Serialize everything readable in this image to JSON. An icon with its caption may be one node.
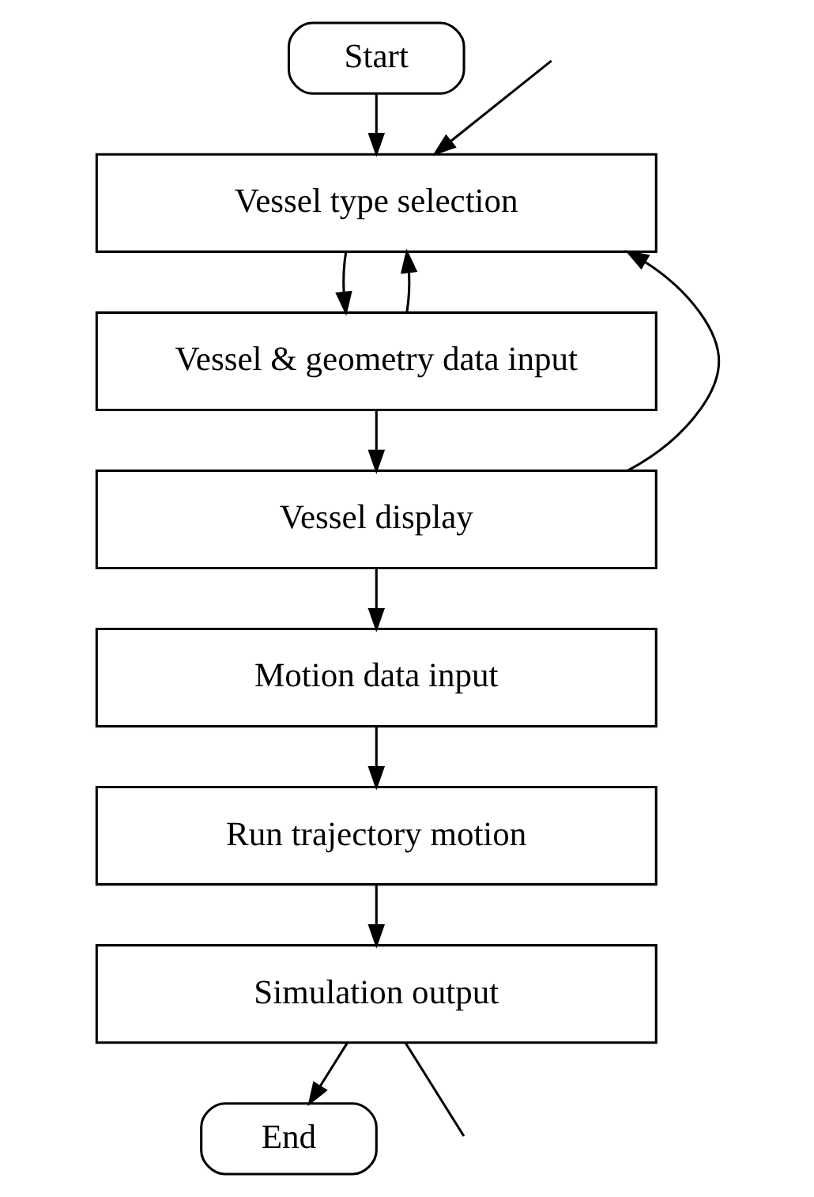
{
  "diagram": {
    "nodes": [
      {
        "text": [
          "Start"
        ]
      },
      {
        "text": [
          "Vessel type selection"
        ]
      },
      {
        "text": [
          "Vessel & geometry data input"
        ]
      },
      {
        "text": [
          "Vessel display"
        ]
      },
      {
        "text": [
          "Motion data input"
        ]
      },
      {
        "text": [
          "Run trajectory motion"
        ]
      },
      {
        "text": [
          "Simulation output"
        ]
      },
      {
        "text": [
          "End"
        ]
      }
    ],
    "edges": [
      {
        "from": 0,
        "to": 1,
        "arrow": "to"
      },
      {
        "from": null,
        "to": 1,
        "arrow": "to"
      },
      {
        "from": 1,
        "to": 2,
        "arrow": "to"
      },
      {
        "from": 2,
        "to": 1,
        "arrow": "to"
      },
      {
        "from": 2,
        "to": 3,
        "arrow": "to"
      },
      {
        "from": 3,
        "to": 1,
        "arrow": "to"
      },
      {
        "from": 3,
        "to": 4,
        "arrow": "to"
      },
      {
        "from": 4,
        "to": 5,
        "arrow": "to"
      },
      {
        "from": 5,
        "to": 6,
        "arrow": "to"
      },
      {
        "from": 6,
        "to": 7,
        "arrow": "to"
      },
      {
        "from": 6,
        "to": null,
        "arrow": "none"
      }
    ]
  }
}
